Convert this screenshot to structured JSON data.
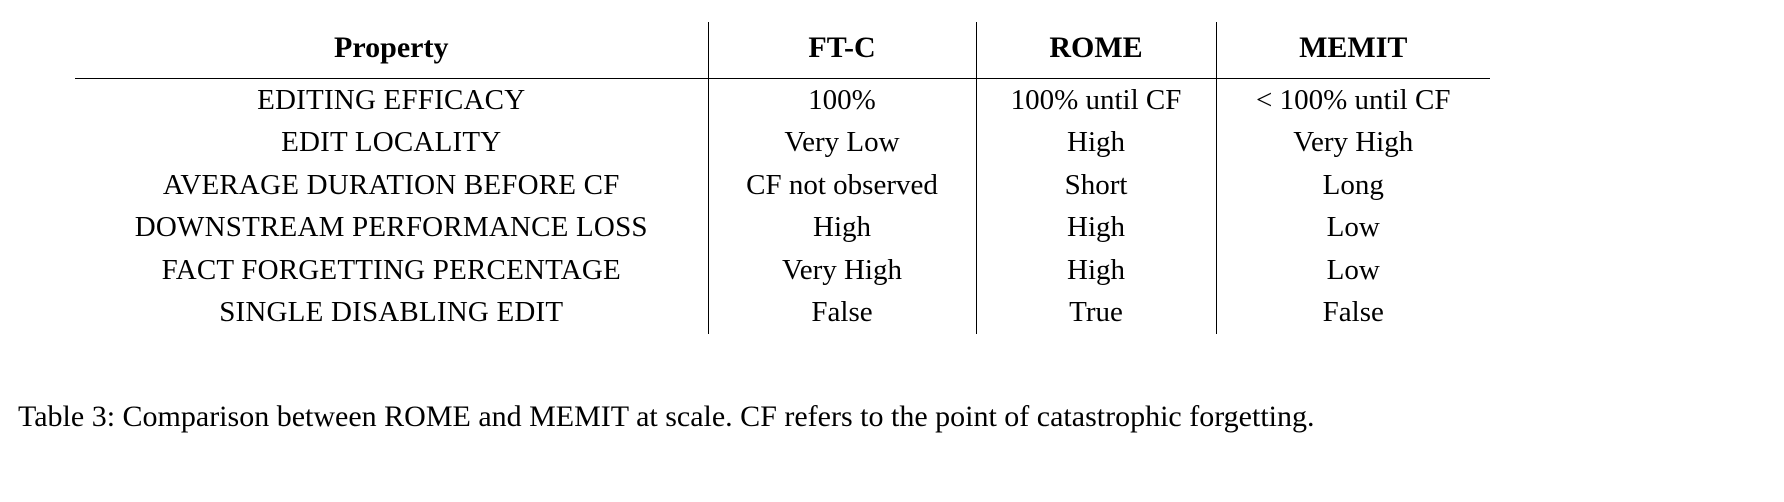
{
  "table": {
    "columns": [
      "Property",
      "FT-C",
      "ROME",
      "MEMIT"
    ],
    "rows": [
      {
        "property": "EDITING EFFICACY",
        "ftc": "100%",
        "rome": "100% until CF",
        "memit": "< 100% until CF"
      },
      {
        "property": "EDIT LOCALITY",
        "ftc": "Very Low",
        "rome": "High",
        "memit": "Very High"
      },
      {
        "property": "AVERAGE DURATION BEFORE CF",
        "ftc": "CF not observed",
        "rome": "Short",
        "memit": "Long"
      },
      {
        "property": "DOWNSTREAM PERFORMANCE LOSS",
        "ftc": "High",
        "rome": "High",
        "memit": "Low"
      },
      {
        "property": "FACT FORGETTING PERCENTAGE",
        "ftc": "Very High",
        "rome": "High",
        "memit": "Low"
      },
      {
        "property": "SINGLE DISABLING EDIT",
        "ftc": "False",
        "rome": "True",
        "memit": "False"
      }
    ]
  },
  "caption": {
    "text": "Table 3: Comparison between ROME and MEMIT at scale. CF refers to the point of catastrophic forgetting."
  },
  "colors": {
    "text": "#000000",
    "rule": "#000000",
    "background": "#ffffff"
  }
}
